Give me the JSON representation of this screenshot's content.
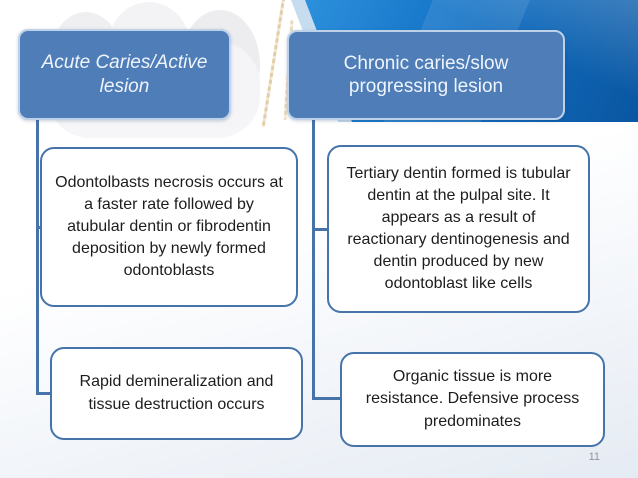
{
  "slide": {
    "page_number": "11"
  },
  "diagram": {
    "type": "hierarchy",
    "columns": [
      {
        "header": {
          "label": "Acute Caries/Active lesion",
          "style": "italic"
        },
        "children": [
          "Odontolbasts necrosis occurs at a faster rate followed by atubular dentin or fibrodentin deposition by newly formed odontoblasts",
          "Rapid demineralization and tissue destruction occurs"
        ]
      },
      {
        "header": {
          "label": "Chronic caries/slow progressing lesion",
          "style": "normal"
        },
        "children": [
          "Tertiary dentin formed is tubular dentin at the pulpal site. It appears as a result of reactionary dentinogenesis and dentin produced by new odontoblast like cells",
          "Organic tissue is more resistance. Defensive process predominates"
        ]
      }
    ]
  },
  "colors": {
    "header_fill": "#4f7db8",
    "header_border": "#bdd2e9",
    "header_text": "#eef4fb",
    "child_border": "#4673aa",
    "connector": "#4673aa",
    "body_text": "#1d1d1f",
    "corner_blue_light": "#2f93de",
    "corner_blue_dark": "#0a56a1",
    "corner_edge": "#c7ddef",
    "page_number_text": "#8e959e"
  }
}
